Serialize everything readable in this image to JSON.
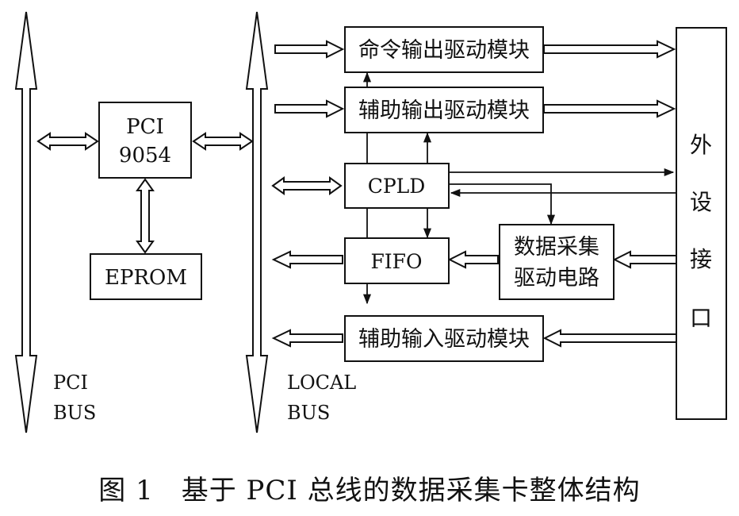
{
  "left_bus": {
    "line1": "PCI",
    "line2": "BUS"
  },
  "right_bus": {
    "line1": "LOCAL",
    "line2": "BUS"
  },
  "blocks": {
    "pci9054": {
      "line1": "PCI",
      "line2": "9054"
    },
    "eprom": "EPROM",
    "cmd_out": "命令输出驱动模块",
    "aux_out": "辅助输出驱动模块",
    "cpld": "CPLD",
    "fifo": "FIFO",
    "daq": {
      "line1": "数据采集",
      "line2": "驱动电路"
    },
    "aux_in": "辅助输入驱动模块",
    "peripheral": [
      "外",
      "设",
      "接",
      "口"
    ]
  },
  "caption": "图 1　基于 PCI 总线的数据采集卡整体结构"
}
